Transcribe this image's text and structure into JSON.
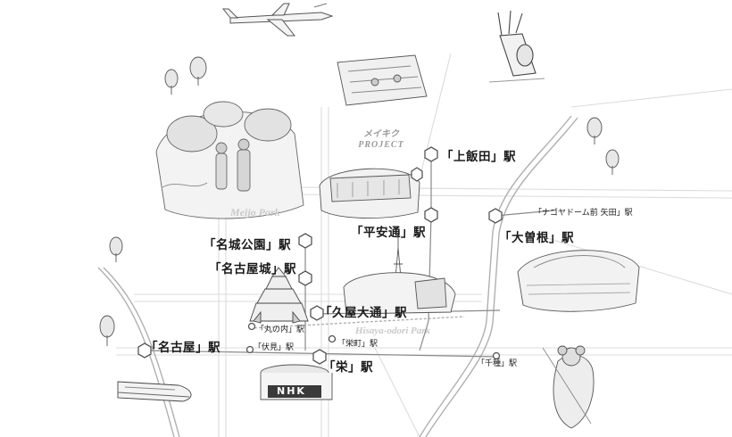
{
  "stations_major": {
    "kamiiida": "「上飯田」駅",
    "heian_dori": "「平安通」駅",
    "ozone": "「大曽根」駅",
    "meijo_koen": "「名城公園」駅",
    "nagoyajo": "「名古屋城」駅",
    "hisaya_odori": "「久屋大通」駅",
    "nagoya": "「名古屋」駅",
    "sakae": "「栄」駅"
  },
  "stations_minor": {
    "nagoya_dome": "「ナゴヤドーム前 矢田」駅",
    "marunouchi": "「丸の内」駅",
    "fushimi": "「伏見」駅",
    "sakaemachi": "「栄町」駅",
    "chikusa": "「千種」駅"
  },
  "parks": {
    "meijo": "Meijo Park",
    "hisaya_odori": "Hisaya-odori Park"
  },
  "landmarks": {
    "meikiku_kana": "メイキク",
    "meikiku_project": "PROJECT",
    "nhk": "NHK"
  },
  "colors": {
    "ink": "#1a1a1a",
    "rail": "#b8b8b8",
    "road": "#d9d9d9",
    "park_text": "#c9c9c9"
  }
}
